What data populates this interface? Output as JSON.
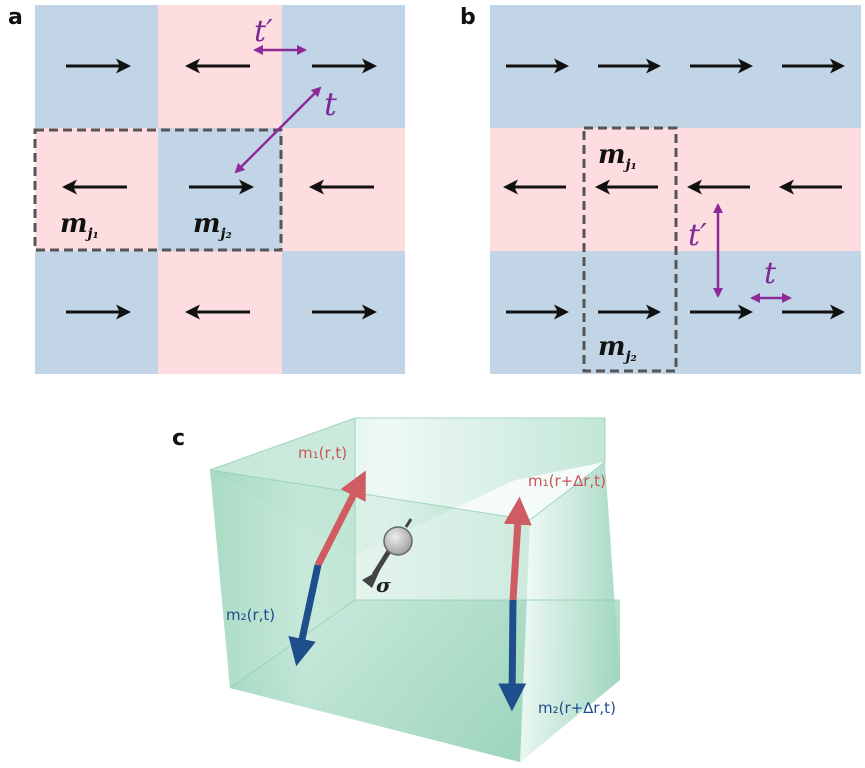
{
  "panels": {
    "a": {
      "label": "a",
      "hop_nn": "t",
      "hop_nnn": "t′",
      "moment_1": "m",
      "moment_1_sub": "j₁",
      "moment_2": "m",
      "moment_2_sub": "j₂"
    },
    "b": {
      "label": "b",
      "hop_nn": "t",
      "hop_nnn": "t′",
      "moment_1": "m",
      "moment_1_sub": "j₁",
      "moment_2": "m",
      "moment_2_sub": "j₂"
    },
    "c": {
      "label": "c",
      "m1_label": "m₁(r,t)",
      "m2_label": "m₂(r,t)",
      "m1_shift_label": "m₁(r+∆r,t)",
      "m2_shift_label": "m₂(r+∆r,t)",
      "spin_label": "σ"
    }
  },
  "colors": {
    "blue_cell": "#c2d5e6",
    "pink_cell": "#fddde0",
    "hopping": "#8e2a98",
    "arrow": "#111111",
    "dashed_box": "#555555",
    "box_green": "#a9dcc6",
    "m1_red": "#cf5b63",
    "m2_blue": "#1e4e8c"
  },
  "icons": {
    "moment": "arrow-icon",
    "spin": "electron-spin-icon"
  }
}
